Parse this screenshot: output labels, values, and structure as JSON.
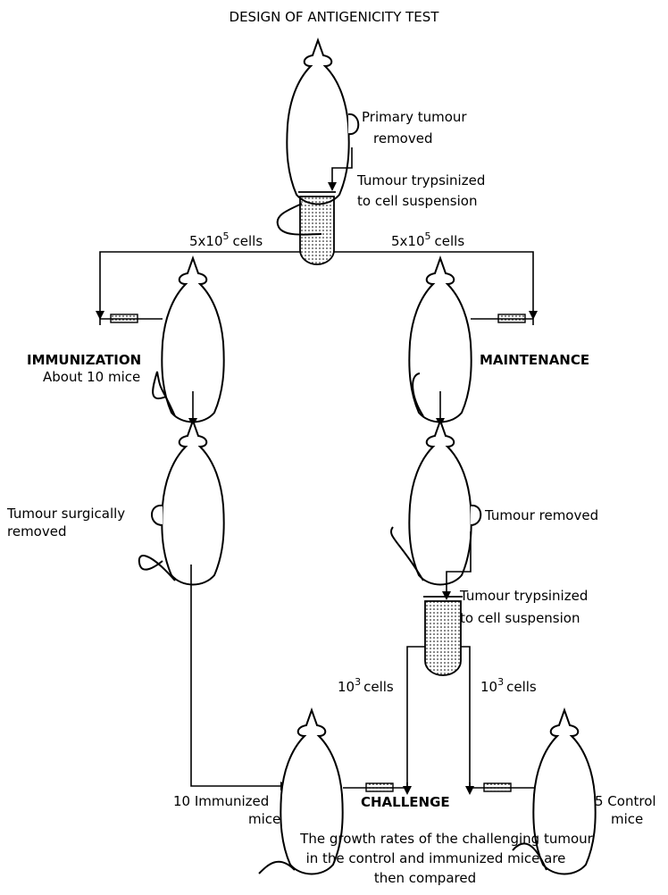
{
  "title": "DESIGN OF ANTIGENICITY TEST",
  "labels": {
    "primary_tumour": [
      "Primary tumour",
      "removed"
    ],
    "trypsinized_1": [
      "Tumour trypsinized",
      "to cell suspension"
    ],
    "dose_left": "5x10",
    "dose_right": "5x10",
    "dose_exp": "5",
    "cells_word": "cells",
    "immunization": "IMMUNIZATION",
    "about_mice": "About 10 mice",
    "maintenance": "MAINTENANCE",
    "surgically_removed": [
      "Tumour surgically",
      "removed"
    ],
    "tumour_removed": "Tumour removed",
    "trypsinized_2": [
      "Tumour trypsinized",
      "to cell suspension"
    ],
    "challenge_dose_left": "10",
    "challenge_dose_right": "10",
    "challenge_exp": "3",
    "immunized_mice": [
      "10 Immunized",
      "mice"
    ],
    "challenge": "CHALLENGE",
    "control_mice": [
      "5 Control",
      "mice"
    ],
    "conclusion": [
      "The growth rates of the challenging tumour",
      "in the control and immunized mice are",
      "then compared"
    ]
  }
}
